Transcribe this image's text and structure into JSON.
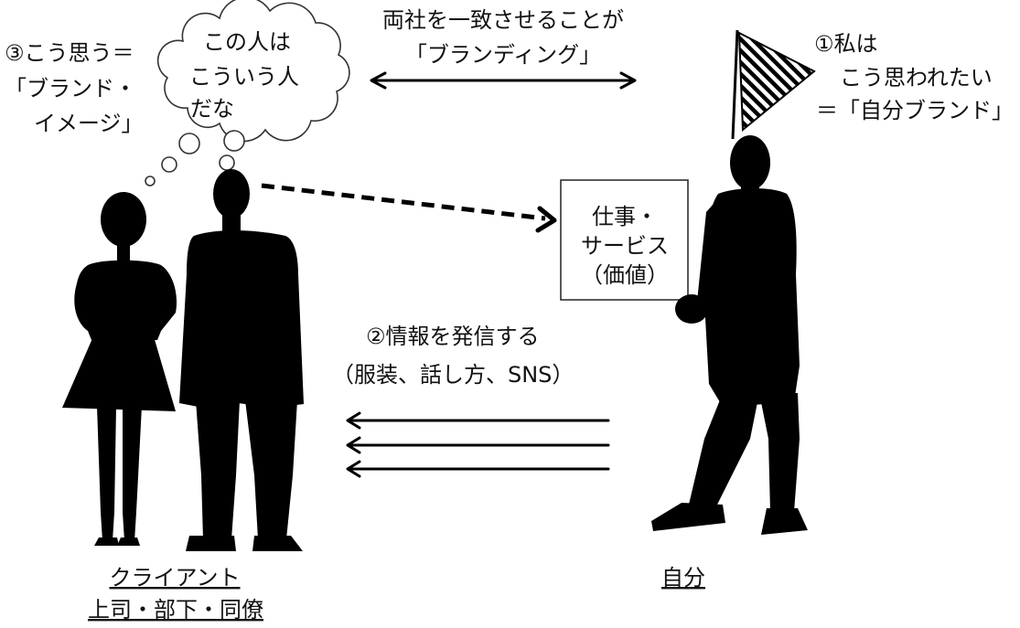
{
  "branding": {
    "line1": "両社を一致させることが",
    "line2": "「ブランディング」"
  },
  "brand_image": {
    "lines": [
      "③こう思う＝",
      "「ブランド・",
      "イメージ」"
    ]
  },
  "thought_bubble": {
    "lines": [
      "この人は",
      "こういう人",
      "だな"
    ]
  },
  "self_brand": {
    "lines": [
      "①私は",
      "こう思われたい",
      "＝「自分ブランド」"
    ]
  },
  "value_box": {
    "lines": [
      "仕事・",
      "サービス",
      "（価値）"
    ]
  },
  "information": {
    "line1": "②情報を発信する",
    "line2": "（服装、話し方、SNS）"
  },
  "labels": {
    "others": [
      "クライアント",
      "上司・部下・同僚"
    ],
    "self": "自分"
  }
}
